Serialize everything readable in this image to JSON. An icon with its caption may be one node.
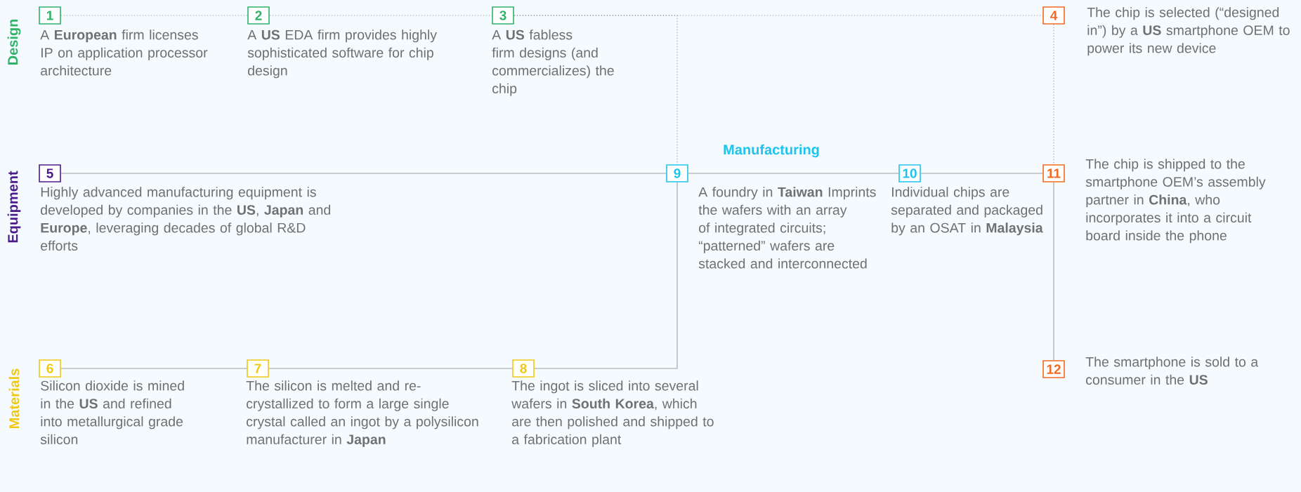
{
  "diagram": {
    "nodes": [
      {
        "text": [
          "1"
        ],
        "beside": [
          "A **European** firm licenses IP on application processor architecture"
        ]
      },
      {
        "text": [
          "2"
        ],
        "beside": [
          "A **US** EDA firm provides highly sophisticated software for chip design"
        ]
      },
      {
        "text": [
          "3"
        ],
        "beside": [
          "A **US** fabless firm designs (and commercializes) the chip"
        ]
      },
      {
        "text": [
          "4"
        ],
        "beside": [
          "The chip is selected (“designed in”) by a **US** smartphone OEM to power its new device"
        ]
      },
      {
        "text": [
          "5"
        ],
        "beside": [
          "Highly advanced manufacturing equipment is developed by companies in the **US**, **Japan** and **Europe**, leveraging decades of global R&D efforts"
        ]
      },
      {
        "text": [
          "6"
        ],
        "beside": [
          "Silicon dioxide is mined in the **US** and refined into metallurgical grade silicon"
        ]
      },
      {
        "text": [
          "7"
        ],
        "beside": [
          "The silicon is melted and re-crystallized to form a large single crystal called an ingot by a polysilicon manufacturer in **Japan**"
        ]
      },
      {
        "text": [
          "8"
        ],
        "beside": [
          "The ingot is sliced into several wafers in **South Korea**, which are then polished and shipped to a fabrication plant"
        ]
      },
      {
        "text": [
          "9"
        ],
        "beside": [
          "A foundry in **Taiwan** Imprints the wafers with an array of integrated circuits; “patterned” wafers are stacked and interconnected"
        ]
      },
      {
        "text": [
          "10"
        ],
        "beside": [
          "Individual chips are separated and packaged by an OSAT in **Malaysia**"
        ]
      },
      {
        "text": [
          "11"
        ],
        "beside": [
          "The chip is shipped to the smartphone OEM’s assembly partner in **China**, who incorporates it into a circuit board inside the phone"
        ]
      },
      {
        "text": [
          "12"
        ],
        "beside": [
          "The smartphone is sold to a consumer in the **US**"
        ]
      }
    ],
    "edges": [
      {
        "from": 0,
        "to": 1,
        "arrow": "none",
        "style": "dashed"
      },
      {
        "from": 1,
        "to": 2,
        "arrow": "none",
        "style": "dashed"
      },
      {
        "from": 2,
        "to": 3,
        "arrow": "none",
        "style": "dashed"
      },
      {
        "from": 2,
        "to": 8,
        "arrow": "none",
        "style": "dashed"
      },
      {
        "from": 3,
        "to": 10,
        "arrow": "none",
        "style": "dashed"
      },
      {
        "from": 4,
        "to": 8,
        "arrow": "none"
      },
      {
        "from": 5,
        "to": 6,
        "arrow": "none"
      },
      {
        "from": 6,
        "to": 7,
        "arrow": "none"
      },
      {
        "from": 7,
        "to": 8,
        "arrow": "none"
      },
      {
        "from": 8,
        "to": 9,
        "arrow": "none"
      },
      {
        "from": 9,
        "to": 10,
        "arrow": "none"
      },
      {
        "from": 10,
        "to": 11,
        "arrow": "none"
      }
    ],
    "labels": [
      "Design",
      "Equipment",
      "Materials",
      "Manufacturing"
    ]
  }
}
